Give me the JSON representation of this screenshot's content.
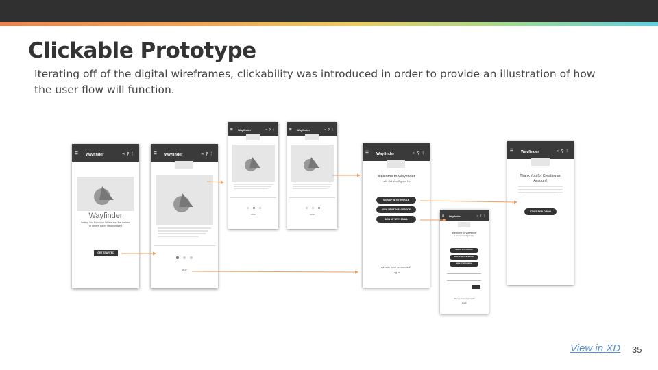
{
  "slide": {
    "title": "Clickable Prototype",
    "description": "Iterating off of the digital wireframes, clickability was introduced in order to provide an illustration of how the user flow will function.",
    "link": "View in XD",
    "page_number": "35"
  },
  "screens": {
    "app_name": "Wayfinder",
    "splash": {
      "tagline": "Letting You Focus on Where You Are Instead of Where You're Heading Next",
      "button": "GET STARTED"
    },
    "onboard": {
      "skip": "SKIP"
    },
    "signup": {
      "heading": "Welcome to Wayfinder",
      "subheading": "Let's Get You Signed Up",
      "google": "SIGN UP WITH GOOGLE",
      "facebook": "SIGN UP WITH FACEBOOK",
      "email": "SIGN UP WITH EMAIL",
      "account_prompt": "Already have an account?",
      "login": "Log In"
    },
    "thanks": {
      "heading": "Thank You for Creating an Account!",
      "button": "START EXPLORING"
    }
  },
  "colors": {
    "arrow": "#f0a060",
    "appbar": "#3a3a3a"
  }
}
